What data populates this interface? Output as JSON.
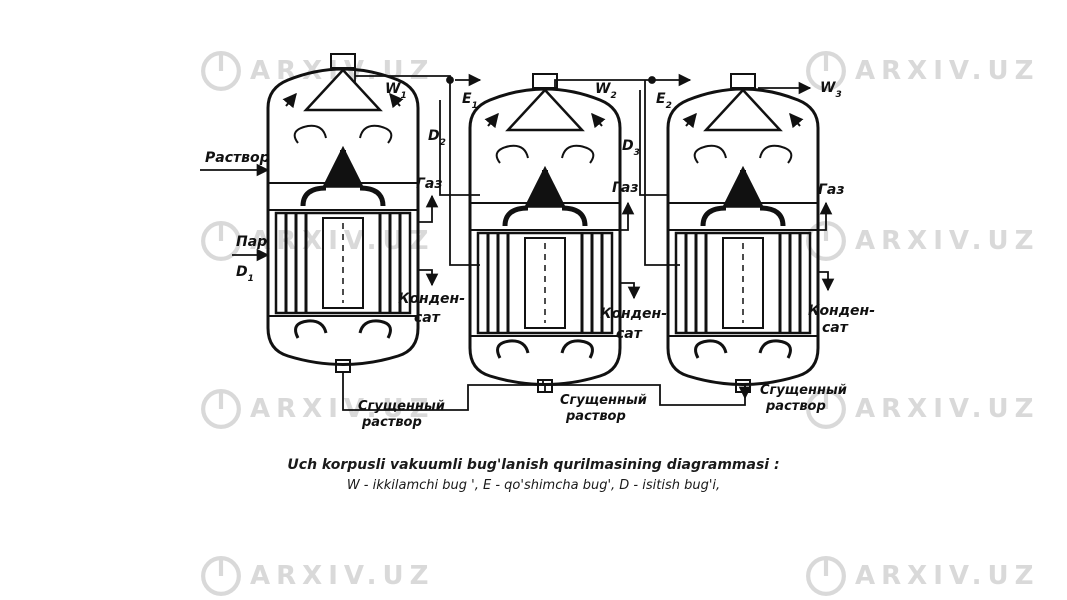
{
  "watermark": {
    "text": "ARXIV.UZ"
  },
  "diagram": {
    "stage1": {
      "steam_out": "W",
      "steam_out_sub": "1",
      "extra": "E",
      "extra_sub": "1",
      "heating_in": "D",
      "heating_in_sub": "1",
      "solution_in": "Раствор",
      "steam_in": "Пар",
      "gas": "Газ",
      "condensate_a": "Конден-",
      "condensate_b": "сат",
      "product_a": "Сгущенный",
      "product_b": "раствор"
    },
    "stage2": {
      "steam_out": "W",
      "steam_out_sub": "2",
      "extra": "E",
      "extra_sub": "2",
      "heating_in": "D",
      "heating_in_sub": "2",
      "gas": "Газ",
      "condensate_a": "Конден-",
      "condensate_b": "сат",
      "product_a": "Сгущенный",
      "product_b": "раствор"
    },
    "stage3": {
      "steam_out": "W",
      "steam_out_sub": "3",
      "heating_in": "D",
      "heating_in_sub": "3",
      "gas": "Газ",
      "condensate_a": "Конден-",
      "condensate_b": "сат",
      "product_a": "Сгущенный",
      "product_b": "раствор"
    }
  },
  "caption": {
    "line1": "Uch korpusli vakuumli bug'lanish qurilmasining diagrammasi :",
    "line2": "W - ikkilamchi bug ', E - qo'shimcha bug', D - isitish bug'i,"
  }
}
